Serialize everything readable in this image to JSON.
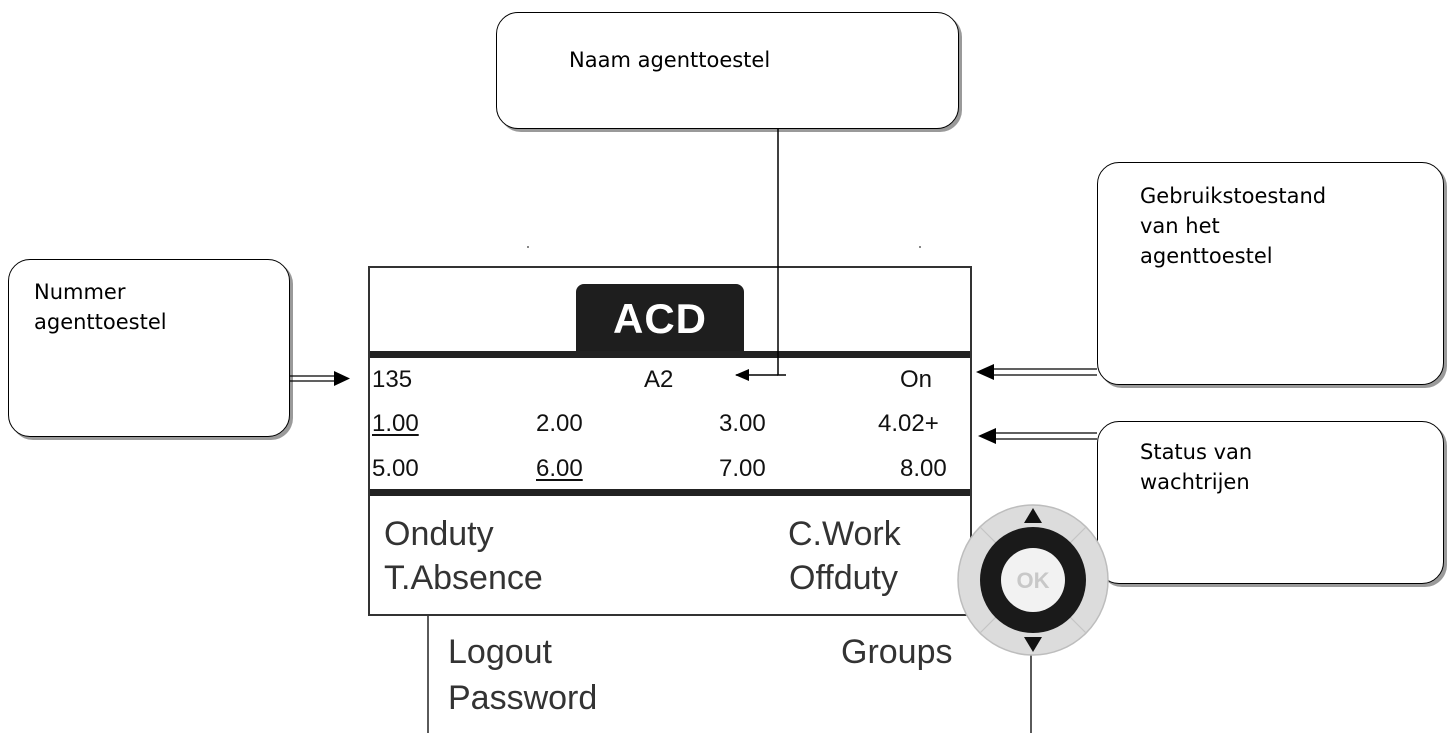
{
  "callouts": {
    "naam": [
      "Naam agenttoestel"
    ],
    "nummer": [
      "Nummer",
      "agenttoestel"
    ],
    "gebruik": [
      "Gebruikstoestand",
      "van het",
      "agenttoestel"
    ],
    "status": [
      "Status van",
      "wachtrijen"
    ]
  },
  "screen": {
    "tab_title": "ACD",
    "info_row": {
      "number": "135",
      "name": "A2",
      "state": "On"
    },
    "queues_row1": [
      "1.00",
      "2.00",
      "3.00",
      "4.02+"
    ],
    "queues_row2": [
      "5.00",
      "6.00",
      "7.00",
      "8.00"
    ],
    "underlined_queues": [
      "1.00",
      "6.00"
    ],
    "menu": {
      "onduty": "Onduty",
      "cwork": "C.Work",
      "tabsence": "T.Absence",
      "offduty": "Offduty"
    }
  },
  "below_menu": {
    "logout": "Logout",
    "groups": "Groups",
    "password": "Password"
  },
  "navigator": {
    "ok_label": "OK"
  },
  "colors": {
    "screen_bar": "#222222",
    "navigator_ring": "#d9d9d9",
    "navigator_core": "#1a1a1a"
  }
}
